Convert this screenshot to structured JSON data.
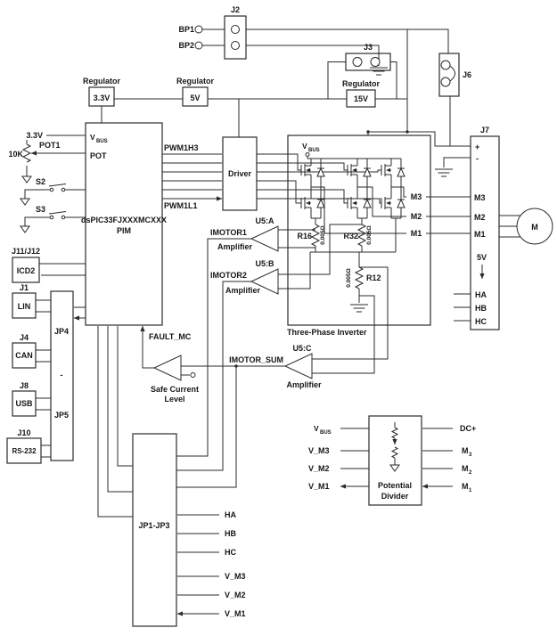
{
  "top": {
    "j2": "J2",
    "bp1": "BP1",
    "bp2": "BP2",
    "j3": "J3",
    "j6": "J6",
    "regulator1": "Regulator",
    "regulator2": "Regulator",
    "regulator3": "Regulator",
    "v3_3": "3.3V",
    "v5": "5V",
    "v15": "15V"
  },
  "pim": {
    "title": "dsPIC33FJXXXMCXXX",
    "subtitle": "PIM",
    "vbus_v": "V",
    "vbus_sub": "BUS",
    "pot_pin": "POT",
    "supply": "3.3V",
    "pot1": "POT1",
    "pot_value": "10K",
    "s2": "S2",
    "s3": "S3",
    "j11_j12": "J11/J12",
    "icd2": "ICD2",
    "pwm_top": "PWM1H3",
    "pwm_bottom": "PWM1L1",
    "fault": "FAULT_MC"
  },
  "driver": {
    "label": "Driver"
  },
  "comms": {
    "j1": "J1",
    "lin": "LIN",
    "j4": "J4",
    "can": "CAN",
    "j8": "J8",
    "usb": "USB",
    "j10": "J10",
    "rs232": "RS-232",
    "jp4": "JP4",
    "sep": "-",
    "jp5": "JP5"
  },
  "inverter": {
    "title": "Three-Phase Inverter",
    "vbus_v": "V",
    "vbus_sub": "BUS",
    "r16": "R16",
    "r32": "R32",
    "r12": "R12",
    "shunt1": "0.005Ω",
    "shunt2": "0.005Ω",
    "shunt3": "0.005Ω",
    "m3": "M3",
    "m2": "M2",
    "m1": "M1"
  },
  "amps": {
    "u5a": "U5:A",
    "u5b": "U5:B",
    "u5c": "U5:C",
    "amp1": "Amplifier",
    "amp2": "Amplifier",
    "amp3": "Amplifier",
    "imotor1": "IMOTOR1",
    "imotor2": "IMOTOR2",
    "imotor_sum": "IMOTOR_SUM",
    "safe1": "Safe Current",
    "safe2": "Level"
  },
  "j7": {
    "label": "J7",
    "plus": "+",
    "minus": "-",
    "m3": "M3",
    "m2": "M2",
    "m1": "M1",
    "v5": "5V",
    "ha": "HA",
    "hb": "HB",
    "hc": "HC"
  },
  "motor": {
    "label": "M"
  },
  "jp13": {
    "label": "JP1-JP3",
    "ha": "HA",
    "hb": "HB",
    "hc": "HC",
    "v_m3": "V_M3",
    "v_m2": "V_M2",
    "v_m1": "V_M1"
  },
  "pdiv": {
    "line1": "Potential",
    "line2": "Divider",
    "vbus_v": "V",
    "vbus_sub": "BUS",
    "v_m3": "V_M3",
    "v_m2": "V_M2",
    "v_m1": "V_M1",
    "dc_plus": "DC+",
    "m3_m": "M",
    "m3_sub": "3",
    "m2_m": "M",
    "m2_sub": "2",
    "m1_m": "M",
    "m1_sub": "1"
  }
}
